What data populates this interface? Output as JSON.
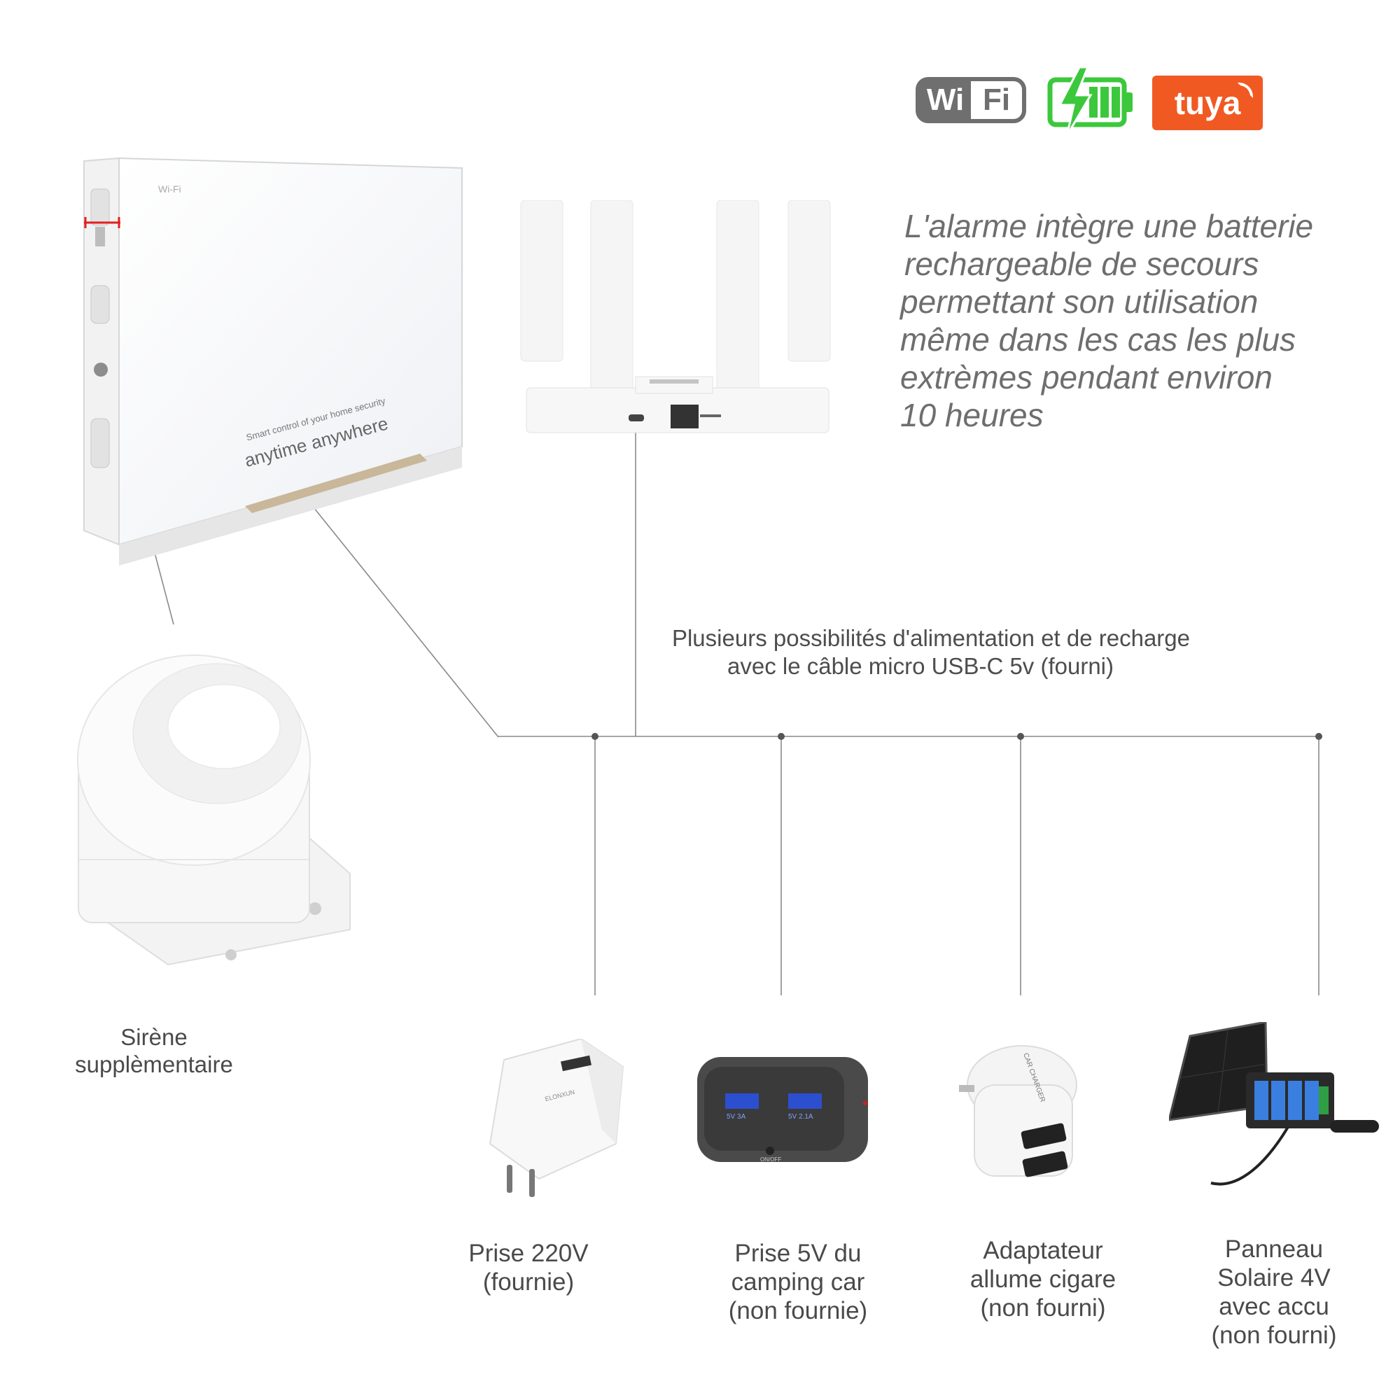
{
  "badges": {
    "wifi_left": "Wi",
    "wifi_right": "Fi",
    "tuya": "tuya"
  },
  "colors": {
    "tuya": "#f05a22",
    "battery": "#3cc83c",
    "wifi": "#6f6f6f",
    "connector": "#8a8a8a"
  },
  "device": {
    "wifi_label": "Wi-Fi",
    "slogan_small": "Smart control of your home security",
    "slogan_big": "anytime anywhere"
  },
  "intro_lines": [
    "L'alarme intègre une batterie",
    "rechargeable de secours",
    "permettant son utilisation",
    "même dans les cas les plus",
    "extrèmes pendant environ",
    "10 heures"
  ],
  "power_caption": {
    "line1": "Plusieurs possibilités d'alimentation et de recharge",
    "line2": "avec le câble micro USB-C 5v (fourni)"
  },
  "siren": {
    "line1": "Sirène",
    "line2": "supplèmentaire"
  },
  "options": [
    {
      "lines": [
        "Prise 220V",
        "(fournie)"
      ]
    },
    {
      "lines": [
        "Prise 5V du",
        "camping car",
        "(non fournie)"
      ]
    },
    {
      "lines": [
        "Adaptateur",
        "allume cigare",
        "(non fourni)"
      ]
    },
    {
      "lines": [
        "Panneau",
        "Solaire 4V",
        "avec accu",
        "(non fourni)"
      ]
    }
  ],
  "product_text": {
    "charger_brand": "ELONXUN",
    "camper_left": "5V 3A",
    "camper_right": "5V 2.1A",
    "camper_switch": "ON/OFF",
    "car_charger": "CAR CHARGER"
  }
}
